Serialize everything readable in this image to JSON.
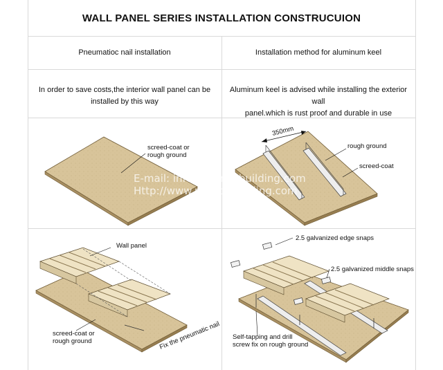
{
  "title": "WALL PANEL SERIES INSTALLATION CONSTRUCUION",
  "columns": {
    "left": {
      "header": "Pneumatioc nail installation",
      "description_line1": "In order to save costs,the interior wall panel can be",
      "description_line2": "installed by this way"
    },
    "right": {
      "header": "Installation method for aluminum keel",
      "description_line1": "Aluminum keel is advised while installing the exterior wall",
      "description_line2": "panel.which is rust proof and durable in use"
    }
  },
  "diagram_labels": {
    "screed_coat_or": "screed-coat or",
    "rough_ground": "rough ground",
    "dimension": "350mm",
    "rough_ground_keel": "rough ground",
    "screed_coat": "screed-coat",
    "wall_panel": "Wall panel",
    "screed_coat_or_2": "screed-coat or",
    "rough_ground_2": "rough ground",
    "fix_pneumatic_nail": "Fix the pneumatic nail",
    "edge_snaps": "2.5 galvanized edge snaps",
    "middle_snaps": "2.5 galvanized middle snaps",
    "self_tapping_1": "Self-tapping and drill",
    "self_tapping_2": "screw fix on rough ground"
  },
  "watermark": {
    "email": "E-mail: info@prancebuilding.com",
    "url": "Http://www.prancebuilding.com"
  },
  "colors": {
    "board_top": "#d8c49a",
    "board_edge": "#a88f62",
    "panel_top": "#efe3c4",
    "panel_groove": "#8a7650",
    "keel": "#e8e8e8",
    "grid_line": "#d9d9d9"
  }
}
